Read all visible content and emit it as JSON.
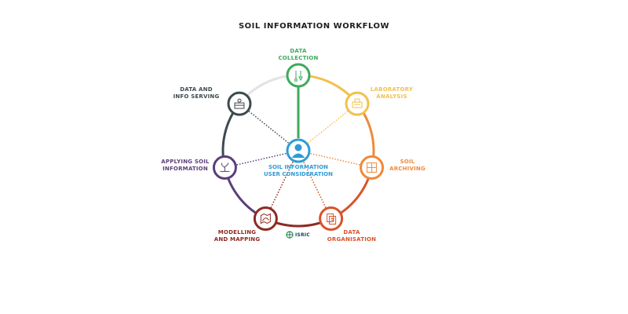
{
  "title": "SOIL INFORMATION WORKFLOW",
  "center": {
    "line1": "SOIL INFORMATION",
    "line2": "USER CONSIDERATION",
    "color": "#2e9bd6",
    "icon": "user-icon"
  },
  "stages": [
    {
      "id": "data-collection",
      "line1": "DATA",
      "line2": "COLLECTION",
      "color": "#3daa5c",
      "icon": "thermometer-shovel-icon"
    },
    {
      "id": "laboratory-analysis",
      "line1": "LABORATORY",
      "line2": "ANALYSIS",
      "color": "#f2c14e",
      "icon": "lab-equipment-icon"
    },
    {
      "id": "soil-archiving",
      "line1": "SOIL",
      "line2": "ARCHIVING",
      "color": "#ee8a3c",
      "icon": "archive-shelves-icon"
    },
    {
      "id": "data-organisation",
      "line1": "DATA",
      "line2": "ORGANISATION",
      "color": "#d9532b",
      "icon": "documents-icon"
    },
    {
      "id": "modelling-and-mapping",
      "line1": "MODELLING",
      "line2": "AND MAPPING",
      "color": "#8e2a24",
      "icon": "map-icon"
    },
    {
      "id": "applying-soil-information",
      "line1": "APPLYING SOIL",
      "line2": "INFORMATION",
      "color": "#5b3f7a",
      "icon": "sprout-icon"
    },
    {
      "id": "data-and-info-serving",
      "line1": "DATA AND",
      "line2": "INFO SERVING",
      "color": "#3d4a4f",
      "icon": "server-person-icon"
    }
  ],
  "logo": {
    "text": "ISRIC",
    "icon": "isric-globe-icon",
    "color": "#1a3d5c"
  }
}
